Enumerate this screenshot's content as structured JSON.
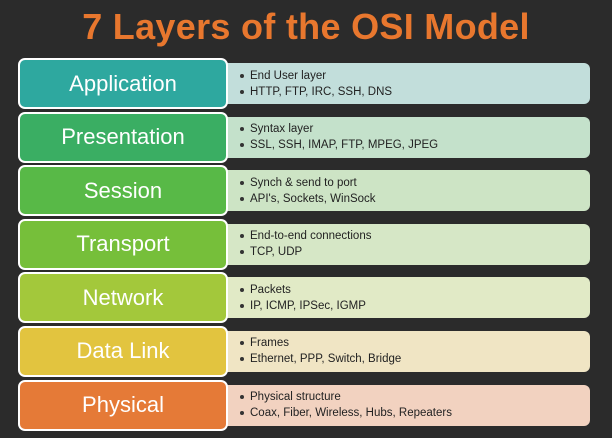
{
  "title": "7 Layers of the OSI Model",
  "layers": [
    {
      "name": "Application",
      "color": "#2ea89f",
      "desc_color": "#c2dedb",
      "bullets": [
        "End User layer",
        "HTTP, FTP, IRC, SSH, DNS"
      ]
    },
    {
      "name": "Presentation",
      "color": "#3aae63",
      "desc_color": "#c4e1cb",
      "bullets": [
        "Syntax layer",
        "SSL, SSH, IMAP, FTP, MPEG, JPEG"
      ]
    },
    {
      "name": "Session",
      "color": "#58b947",
      "desc_color": "#cde4c5",
      "bullets": [
        "Synch & send to port",
        "API's, Sockets, WinSock"
      ]
    },
    {
      "name": "Transport",
      "color": "#76bf3a",
      "desc_color": "#d6e7c6",
      "bullets": [
        "End-to-end connections",
        "TCP, UDP"
      ]
    },
    {
      "name": "Network",
      "color": "#a3c83b",
      "desc_color": "#e1eac6",
      "bullets": [
        "Packets",
        "IP, ICMP, IPSec, IGMP"
      ]
    },
    {
      "name": "Data Link",
      "color": "#e2c43f",
      "desc_color": "#f0e5c4",
      "bullets": [
        "Frames",
        "Ethernet, PPP, Switch, Bridge"
      ]
    },
    {
      "name": "Physical",
      "color": "#e57a37",
      "desc_color": "#f2d2c0",
      "bullets": [
        "Physical structure",
        "Coax, Fiber, Wireless, Hubs, Repeaters"
      ]
    }
  ]
}
